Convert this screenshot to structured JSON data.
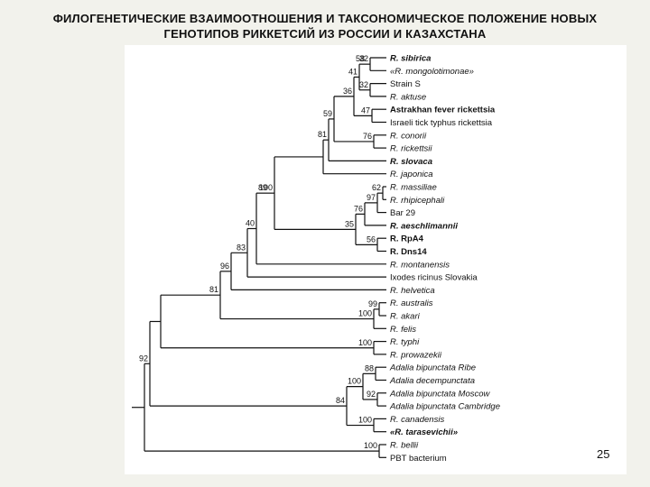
{
  "slide": {
    "title_line1": "ФИЛОГЕНЕТИЧЕСКИЕ ВЗАИМООТНОШЕНИЯ И ТАКСОНОМИЧЕСКОЕ ПОЛОЖЕНИЕ НОВЫХ",
    "title_line2": "ГЕНОТИПОВ РИККЕТСИЙ ИЗ РОССИИ И КАЗАХСТАНА",
    "page_number": "25"
  },
  "tree": {
    "leaves": [
      {
        "id": "sib",
        "label": "R. sibirica",
        "italic": true,
        "bold": true
      },
      {
        "id": "mon",
        "label": "«R. mongolotimonae»",
        "italic": true,
        "bold": false
      },
      {
        "id": "strs",
        "label": "Strain S",
        "italic": false,
        "bold": false
      },
      {
        "id": "aes",
        "label": "R. aeschlimannii",
        "italic": true,
        "bold": false,
        "display": "R. aktuse"
      },
      {
        "id": "ast",
        "label": "Astrakhan fever rickettsia",
        "italic": false,
        "bold": true
      },
      {
        "id": "isr",
        "label": "Israeli tick typhus rickettsia",
        "italic": false,
        "bold": false
      },
      {
        "id": "con",
        "label": "R. conorii",
        "italic": true,
        "bold": false
      },
      {
        "id": "ric",
        "label": "R. rickettsii",
        "italic": true,
        "bold": false
      },
      {
        "id": "slo",
        "label": "R. slovaca",
        "italic": true,
        "bold": true
      },
      {
        "id": "jap",
        "label": "R. japonica",
        "italic": true,
        "bold": false
      },
      {
        "id": "mas",
        "label": "R. massiliae",
        "italic": true,
        "bold": false
      },
      {
        "id": "rhi",
        "label": "R. rhipicephali",
        "italic": true,
        "bold": false
      },
      {
        "id": "bar",
        "label": "Bar 29",
        "italic": false,
        "bold": false
      },
      {
        "id": "aesch",
        "label": "R. aeschlimannii",
        "italic": true,
        "bold": true
      },
      {
        "id": "rpa",
        "label": "R. RpA4",
        "italic": false,
        "bold": true
      },
      {
        "id": "dns",
        "label": "R. Dns14",
        "italic": false,
        "bold": true
      },
      {
        "id": "mont",
        "label": "R. montanensis",
        "italic": true,
        "bold": false
      },
      {
        "id": "ixo",
        "label": "Ixodes ricinus Slovakia",
        "italic": false,
        "bold": false
      },
      {
        "id": "hel",
        "label": "R. helvetica",
        "italic": true,
        "bold": false
      },
      {
        "id": "aus",
        "label": "R. australis",
        "italic": true,
        "bold": false
      },
      {
        "id": "aka",
        "label": "R. akari",
        "italic": true,
        "bold": false
      },
      {
        "id": "fel",
        "label": "R. felis",
        "italic": true,
        "bold": false
      },
      {
        "id": "typ",
        "label": "R. typhi",
        "italic": true,
        "bold": false
      },
      {
        "id": "pro",
        "label": "R. prowazekii",
        "italic": true,
        "bold": false
      },
      {
        "id": "ab1",
        "label": "Adalia bipunctata Ribe",
        "italic": true,
        "bold": false
      },
      {
        "id": "adec",
        "label": "Adalia decempunctata",
        "italic": true,
        "bold": false
      },
      {
        "id": "ab2",
        "label": "Adalia bipunctata Moscow",
        "italic": true,
        "bold": false
      },
      {
        "id": "ab3",
        "label": "Adalia bipunctata Cambridge",
        "italic": true,
        "bold": false
      },
      {
        "id": "can",
        "label": "R. canadensis",
        "italic": true,
        "bold": false
      },
      {
        "id": "tar",
        "label": "«R. tarasevichii»",
        "italic": true,
        "bold": true
      },
      {
        "id": "bel",
        "label": "R. bellii",
        "italic": true,
        "bold": false
      },
      {
        "id": "pbt",
        "label": "PBT bacterium",
        "italic": false,
        "bold": false
      }
    ],
    "bootstrap": [
      {
        "node": "n_sib_mon",
        "value": "32"
      },
      {
        "node": "n_sibmon_outer",
        "value": "58"
      },
      {
        "node": "n_strs_aes",
        "value": "32"
      },
      {
        "node": "n_ast_isr",
        "value": "47"
      },
      {
        "node": "n_top4",
        "value": "41"
      },
      {
        "node": "n_top6",
        "value": "36"
      },
      {
        "node": "n_con_ric",
        "value": "76"
      },
      {
        "node": "n_top8",
        "value": "59"
      },
      {
        "node": "n_top9",
        "value": "81"
      },
      {
        "node": "n_mas_rhi",
        "value": "62"
      },
      {
        "node": "n_mas_bar",
        "value": "97"
      },
      {
        "node": "n_mas_aesch",
        "value": "76"
      },
      {
        "node": "n_mas_block",
        "value": "35"
      },
      {
        "node": "n_rpa_dns",
        "value": "56"
      },
      {
        "node": "n_sfg_core",
        "value": "100"
      },
      {
        "node": "n_sfg_upper",
        "value": "89"
      },
      {
        "node": "n_sfg_mont",
        "value": "40"
      },
      {
        "node": "n_sfg_ixo",
        "value": "83"
      },
      {
        "node": "n_sfg_hel",
        "value": "96"
      },
      {
        "node": "n_aus_aka",
        "value": "99"
      },
      {
        "node": "n_aus_fel",
        "value": "100"
      },
      {
        "node": "n_sfg_all",
        "value": "81"
      },
      {
        "node": "n_typ_pro",
        "value": "100"
      },
      {
        "node": "n_ab_ribe",
        "value": "88"
      },
      {
        "node": "n_ab_cluster",
        "value": "100"
      },
      {
        "node": "n_ab_mos",
        "value": "92"
      },
      {
        "node": "n_can_tar",
        "value": "100"
      },
      {
        "node": "n_lower",
        "value": "84"
      },
      {
        "node": "n_root92",
        "value": "92"
      },
      {
        "node": "n_bel_pbt",
        "value": "100"
      }
    ]
  }
}
